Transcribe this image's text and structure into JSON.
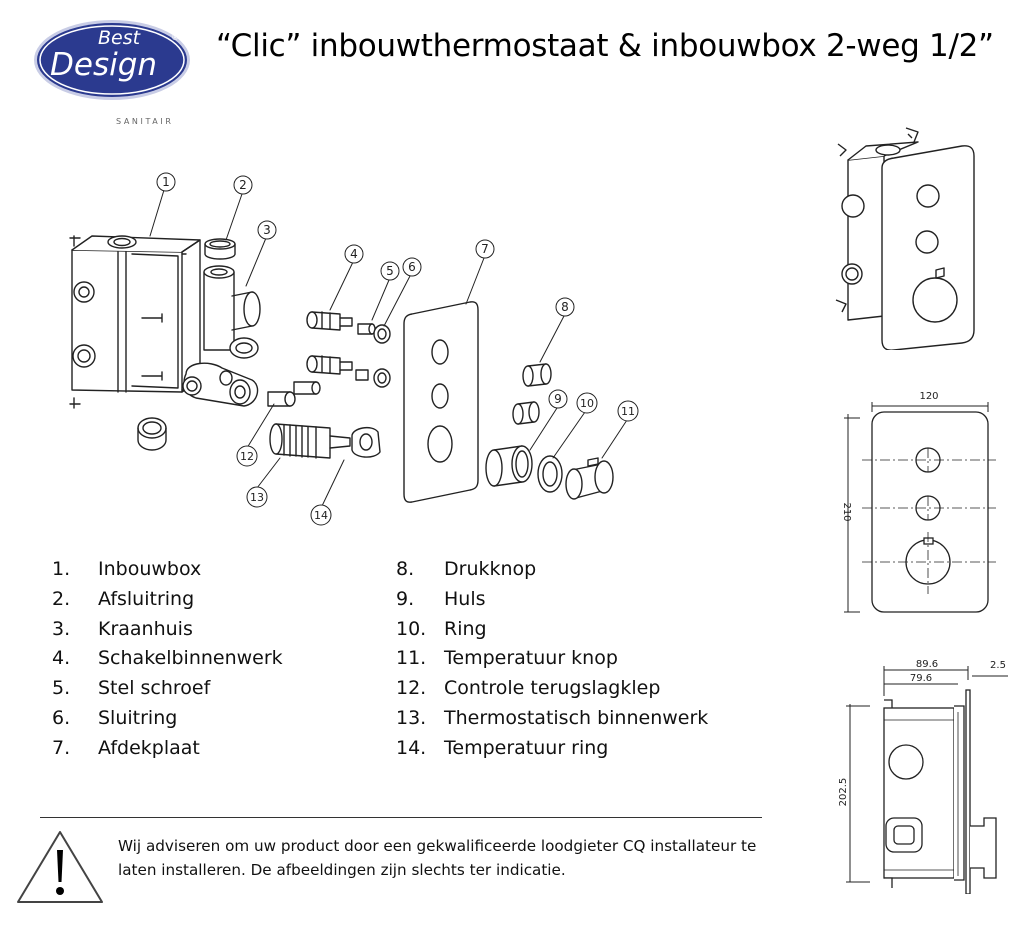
{
  "brand": {
    "line1": "Best",
    "line2": "Design",
    "registered": "®",
    "subline": "SANITAIR",
    "colors": {
      "oval": "#2b3a8f",
      "oval_dark": "#1c2670",
      "text": "#ffffff"
    }
  },
  "title": "“Clic” inbouwthermostaat & inbouwbox 2-weg 1/2”",
  "callouts": [
    "1",
    "2",
    "3",
    "4",
    "5",
    "6",
    "7",
    "8",
    "9",
    "10",
    "11",
    "12",
    "13",
    "14"
  ],
  "parts_left": [
    {
      "num": "1.",
      "label": "Inbouwbox"
    },
    {
      "num": "2.",
      "label": "Afsluitring"
    },
    {
      "num": "3.",
      "label": "Kraanhuis"
    },
    {
      "num": "4.",
      "label": "Schakelbinnenwerk"
    },
    {
      "num": "5.",
      "label": "Stel schroef"
    },
    {
      "num": "6.",
      "label": "Sluitring"
    },
    {
      "num": "7.",
      "label": "Afdekplaat"
    }
  ],
  "parts_right": [
    {
      "num": "8.",
      "label": "Drukknop"
    },
    {
      "num": "9.",
      "label": "Huls"
    },
    {
      "num": "10.",
      "label": "Ring"
    },
    {
      "num": "11.",
      "label": "Temperatuur knop"
    },
    {
      "num": "12.",
      "label": "Controle terugslagklep"
    },
    {
      "num": "13.",
      "label": "Thermostatisch binnenwerk"
    },
    {
      "num": "14.",
      "label": "Temperatuur ring"
    }
  ],
  "dimensions": {
    "width": "120",
    "height": "210",
    "depth_total": "89.6",
    "depth_box": "79.6",
    "plate": "2.5",
    "box_height": "202.5"
  },
  "notice": {
    "icon": "warning-triangle-icon",
    "text": "Wij adviseren om uw product door een gekwalificeerde loodgieter CQ installateur te laten installeren. De afbeeldingen zijn slechts ter indicatie."
  }
}
